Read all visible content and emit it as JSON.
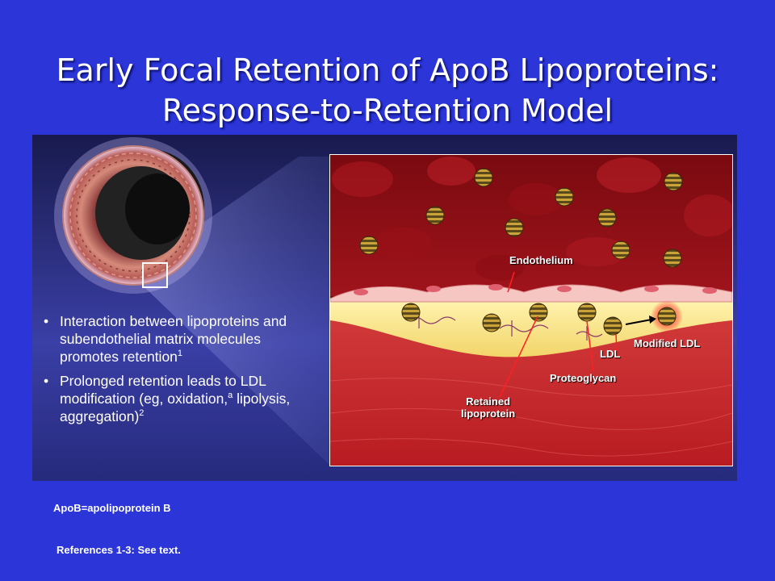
{
  "title": {
    "line1": "Early Focal Retention of ApoB Lipoproteins:",
    "line2": "Response-to-Retention Model"
  },
  "bullets": [
    {
      "text": "Interaction between lipoproteins and subendothelial matrix molecules promotes retention",
      "ref": "1"
    },
    {
      "text_before": "Prolonged retention leads to LDL modification (eg, oxidation,",
      "note": "a",
      "text_after": " lipolysis, aggregation)",
      "ref": "2"
    }
  ],
  "diagram": {
    "labels": {
      "endothelium": "Endothelium",
      "modified_ldl": "Modified LDL",
      "ldl": "LDL",
      "proteoglycan": "Proteoglycan",
      "retained_line1": "Retained",
      "retained_line2": "lipoprotein"
    }
  },
  "footer": {
    "abbreviation": "ApoB=apolipoprotein B",
    "references": "References 1-3: See text."
  }
}
